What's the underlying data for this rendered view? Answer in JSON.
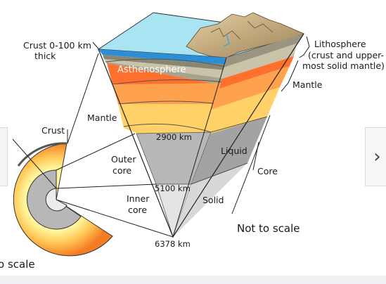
{
  "labels": {
    "crust_range": "Crust 0-100 km",
    "crust_thick": "thick",
    "crust": "Crust",
    "mantle_left": "Mantle",
    "outer_core_1": "Outer",
    "outer_core_2": "core",
    "inner_core_1": "Inner",
    "inner_core_2": "core",
    "asthenosphere": "Asthenosphere",
    "depth_2900": "2900 km",
    "depth_5100": "5100 km",
    "depth_6378": "6378 km",
    "liquid": "Liquid",
    "solid": "Solid",
    "lithosphere_1": "Lithosphere",
    "lithosphere_2": "(crust and upper-",
    "lithosphere_3": "most solid mantle)",
    "mantle_right": "Mantle",
    "core_right": "Core",
    "not_to_scale": "Not to scale",
    "not_to_scale_left": "o scale"
  },
  "nav": {
    "next_icon": "chevron-right-icon",
    "next_glyph": "›"
  }
}
